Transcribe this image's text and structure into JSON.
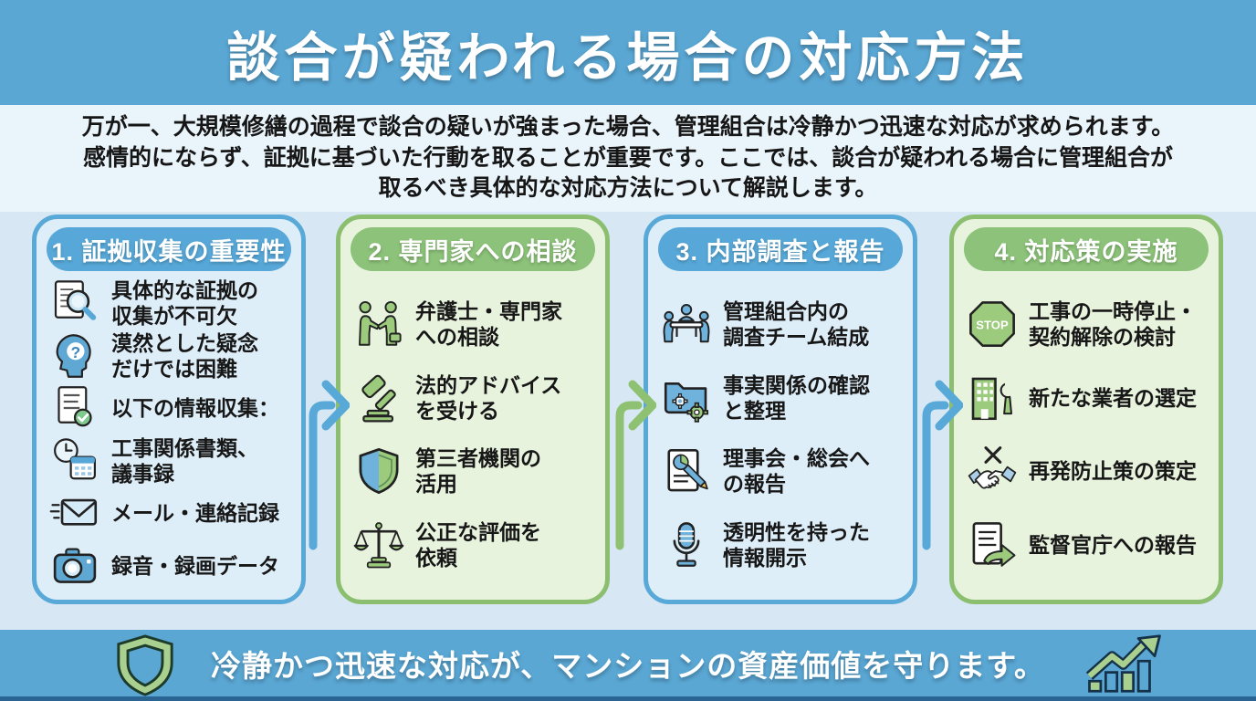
{
  "page": {
    "title": "談合が疑われる場合の対応方法",
    "intro_lines": [
      "万が一、大規模修繕の過程で談合の疑いが強まった場合、管理組合は冷静かつ迅速な対応が求められます。",
      "感情的にならず、証拠に基づいた行動を取ることが重要です。ここでは、談合が疑われる場合に管理組合が",
      "取るべき具体的な対応方法について解説します。"
    ],
    "footer_message": "冷静かつ迅速な対応が、マンションの資産価値を守ります。"
  },
  "colors": {
    "band_blue": "#5AA7D4",
    "card_blue_border": "#58A8D8",
    "card_blue_fill": "#DEEEF9",
    "card_green_border": "#8CBE6F",
    "card_green_fill": "#E8F3DE",
    "pill_blue": "#57A8D8",
    "pill_green": "#8CC279",
    "main_background": "#D7E8F4",
    "intro_background": "#EAF4FB",
    "text_dark": "#171717",
    "bottom_strip": "#2A6493"
  },
  "cards": [
    {
      "title": "1. 証拠収集の重要性",
      "theme": "blue",
      "items": [
        {
          "icon": "document-search",
          "text": "具体的な証拠の\n収集が不可欠"
        },
        {
          "icon": "head-question",
          "text": "漠然とした疑念\nだけでは困難"
        },
        {
          "icon": "document-check",
          "text": "以下の情報収集："
        },
        {
          "icon": "clock-calendar",
          "text": "工事関係書類、\n議事録"
        },
        {
          "icon": "mail",
          "text": "メール・連絡記録"
        },
        {
          "icon": "camera",
          "text": "録音・録画データ"
        }
      ]
    },
    {
      "title": "2. 専門家への相談",
      "theme": "green",
      "items": [
        {
          "icon": "consult-handshake-people",
          "text": "弁護士・専門家\nへの相談"
        },
        {
          "icon": "gavel",
          "text": "法的アドバイス\nを受ける"
        },
        {
          "icon": "shield-half",
          "text": "第三者機関の\n活用"
        },
        {
          "icon": "scales",
          "text": "公正な評価を\n依頼"
        }
      ]
    },
    {
      "title": "3. 内部調査と報告",
      "theme": "blue",
      "items": [
        {
          "icon": "meeting-table",
          "text": "管理組合内の\n調査チーム結成"
        },
        {
          "icon": "folder-gears",
          "text": "事実関係の確認\nと整理"
        },
        {
          "icon": "report-pie-pencil",
          "text": "理事会・総会へ\nの報告"
        },
        {
          "icon": "microphone",
          "text": "透明性を持った\n情報開示"
        }
      ]
    },
    {
      "title": "4. 対応策の実施",
      "theme": "green",
      "items": [
        {
          "icon": "stop-sign",
          "text": "工事の一時停止・\n契約解除の検討",
          "icon_label": "STOP"
        },
        {
          "icon": "building-wrench",
          "text": "新たな業者の選定"
        },
        {
          "icon": "no-handshake",
          "text": "再発防止策の策定"
        },
        {
          "icon": "document-arrow",
          "text": "監督官庁への報告"
        }
      ]
    }
  ],
  "footer_icons": [
    {
      "icon": "shield-outline"
    },
    {
      "icon": "growth-chart"
    }
  ]
}
